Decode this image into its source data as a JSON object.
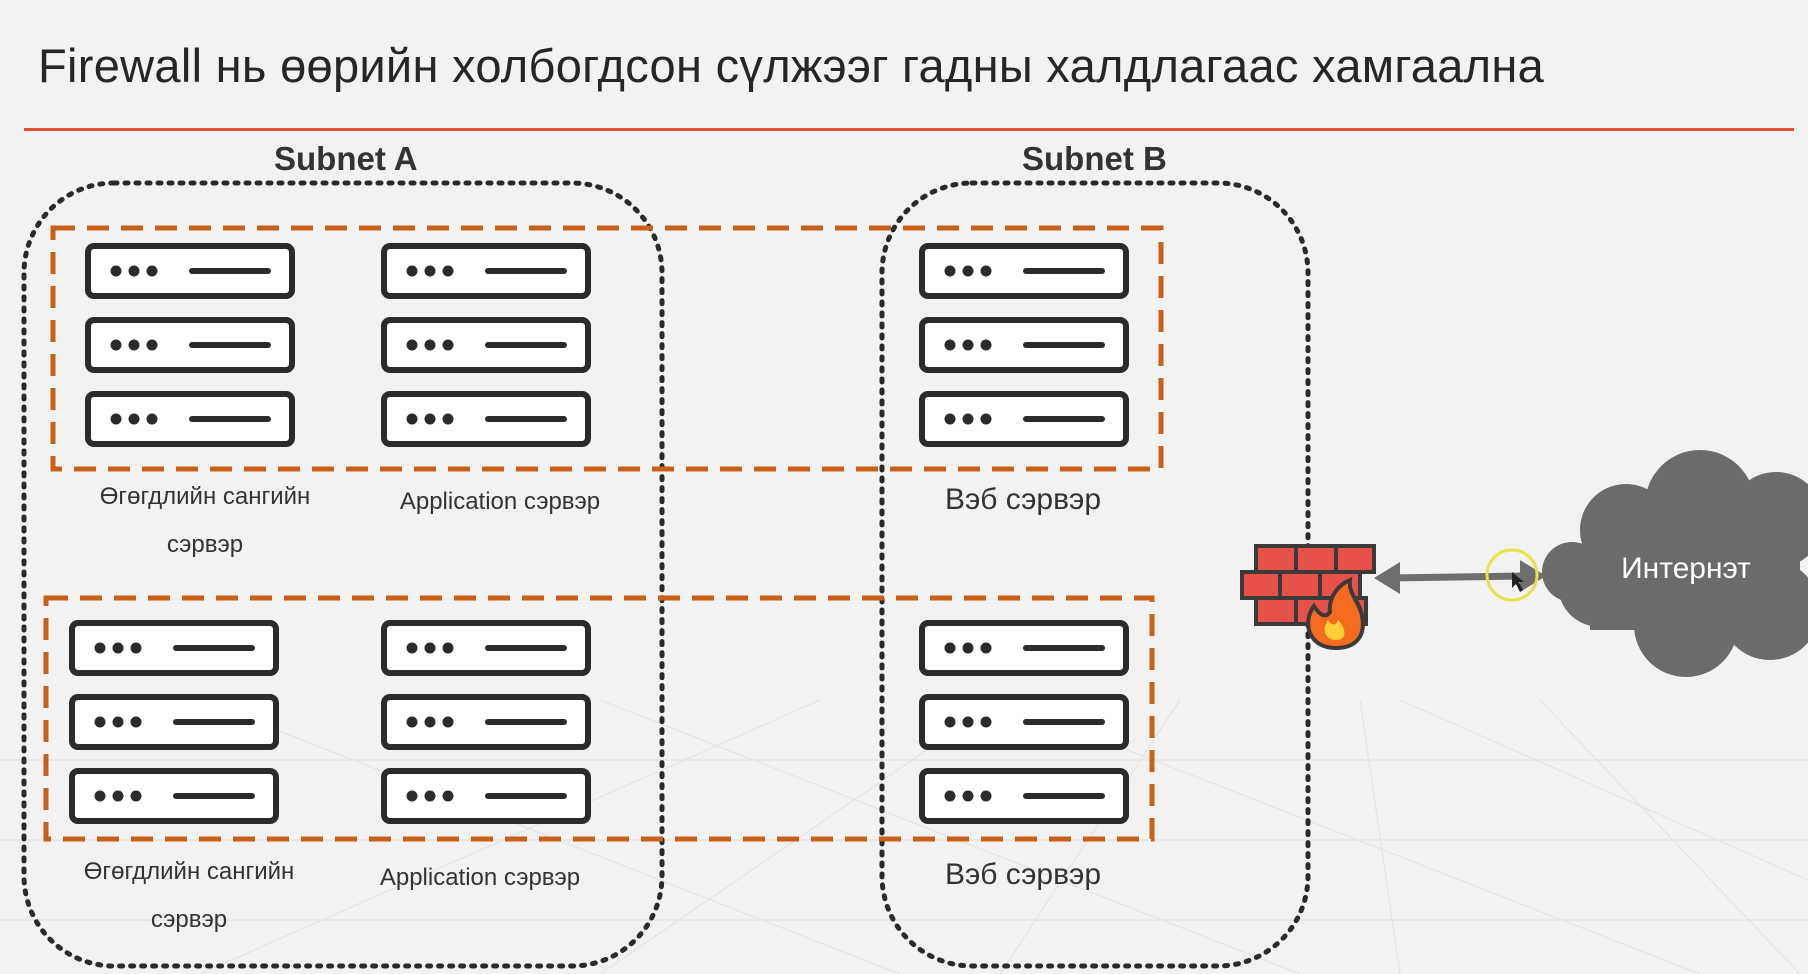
{
  "title": "Firewall нь өөрийн холбогдсон сүлжээг гадны халдлагаас хамгаална",
  "subnets": {
    "a": "Subnet A",
    "b": "Subnet B"
  },
  "groups": {
    "top": {
      "db_line1": "Өгөгдлийн сангийн",
      "db_line2": "сэрвэр",
      "app": "Application сэрвэр",
      "web": "Вэб сэрвэр"
    },
    "bottom": {
      "db_line1": "Өгөгдлийн сангийн",
      "db_line2": "сэрвэр",
      "app": "Application сэрвэр",
      "web": "Вэб сэрвэр"
    }
  },
  "internet": "Интернэт",
  "colors": {
    "title_rule": "#e0503a",
    "orange_dash": "#c8601a",
    "server_stroke": "#2b2b2b",
    "firewall_brick": "#e8504a",
    "flame": "#f46a1e",
    "cloud": "#6b6b6b",
    "cursor_ring": "#e8e24a"
  },
  "icons": [
    "server-rack-icon",
    "firewall-icon",
    "cloud-icon",
    "double-arrow-icon",
    "cursor-highlight-icon"
  ]
}
